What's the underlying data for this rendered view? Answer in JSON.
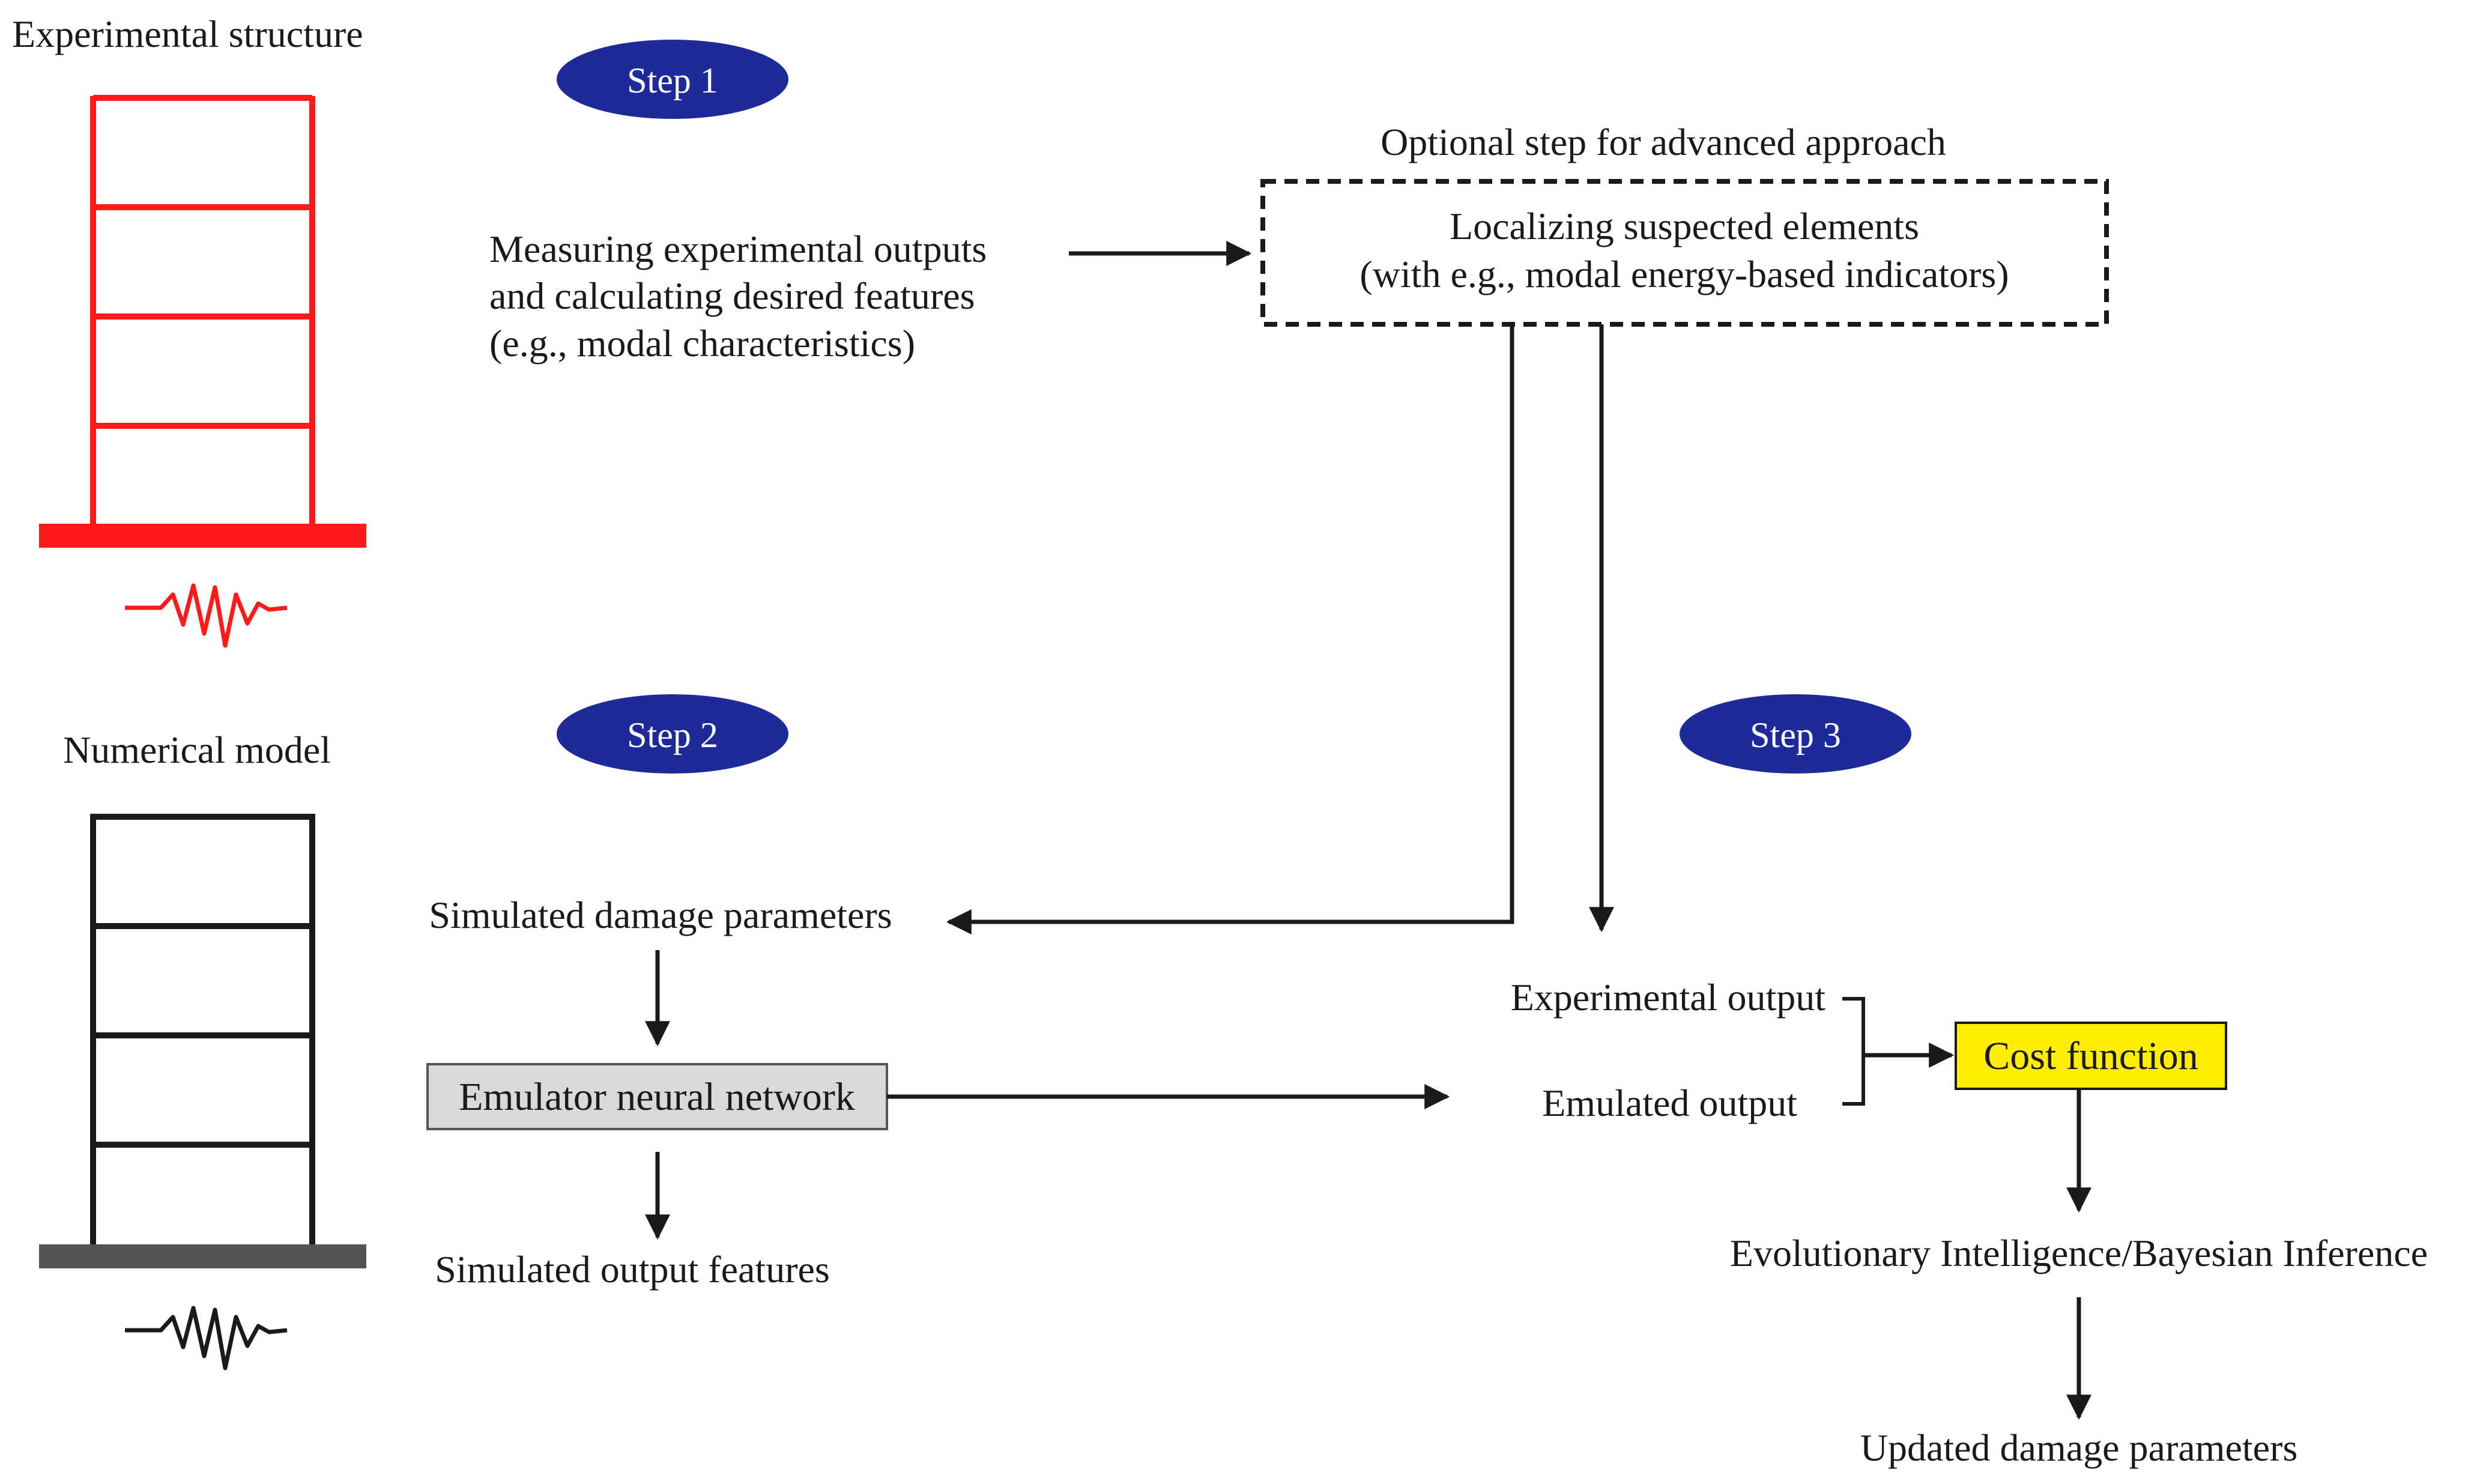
{
  "experimental": {
    "title": "Experimental structure",
    "color": "#ff1a1a"
  },
  "numerical": {
    "title": "Numerical model",
    "color": "#1a1a1a",
    "base_color": "#555555"
  },
  "steps": {
    "step1": "Step 1",
    "step2": "Step 2",
    "step3": "Step 3",
    "badge_color": "#1f2a9a"
  },
  "measure": {
    "line1": "Measuring experimental outputs",
    "line2": "and calculating desired features",
    "line3": "(e.g., modal characteristics)"
  },
  "optional": {
    "caption": "Optional step for advanced approach",
    "line1": "Localizing suspected elements",
    "line2": "(with e.g., modal energy-based indicators)"
  },
  "simulated_damage": "Simulated damage parameters",
  "emulator": {
    "label": "Emulator neural network",
    "fill": "#d9d9d9"
  },
  "simulated_output": "Simulated output features",
  "experimental_output": "Experimental output",
  "emulated_output": "Emulated output",
  "cost_function": {
    "label": "Cost function",
    "fill": "#ffee00"
  },
  "inference": "Evolutionary Intelligence/Bayesian Inference",
  "updated": "Updated damage parameters"
}
